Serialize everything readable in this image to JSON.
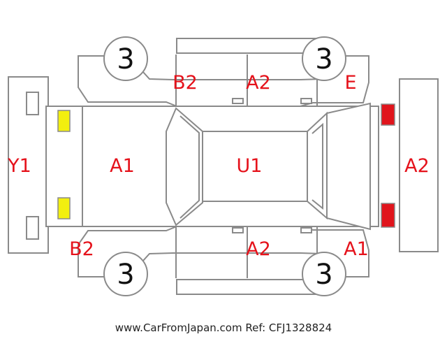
{
  "diagram": {
    "zone_codes": {
      "front_bumper": "Y1",
      "hood": "A1",
      "roof": "U1",
      "rear": "A2",
      "top_left_quarter": "B2",
      "top_left_door": "A2",
      "top_rear_quarter": "E",
      "bottom_front_fender": "B2",
      "bottom_doors": "A2",
      "bottom_rear_quarter": "A1"
    },
    "tire_numbers": {
      "top_left": "3",
      "top_right": "3",
      "bottom_left": "3",
      "bottom_right": "3"
    },
    "lamp_colors": {
      "front": "#f2ef0f",
      "rear": "#e0141c"
    },
    "code_color": "#e5121b"
  },
  "footer": {
    "text": "www.CarFromJapan.com Ref: CFJ1328824"
  }
}
